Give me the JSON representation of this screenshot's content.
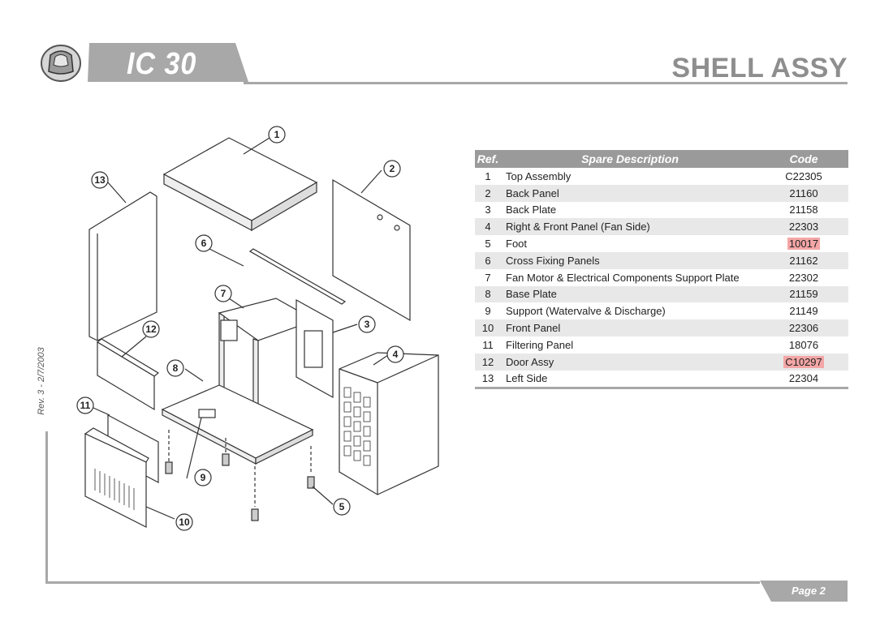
{
  "header": {
    "model": "IC 30",
    "section_title": "SHELL ASSY",
    "logo_icon": "ice-machine-logo-icon"
  },
  "footer": {
    "page_label": "Page 2",
    "revision": "Rev. 3 - 2/7/2003"
  },
  "table": {
    "headers": {
      "ref": "Ref.",
      "description": "Spare Description",
      "code": "Code"
    },
    "rows": [
      {
        "ref": "1",
        "description": "Top Assembly",
        "code": "C22305",
        "highlight": false
      },
      {
        "ref": "2",
        "description": "Back Panel",
        "code": "21160",
        "highlight": false
      },
      {
        "ref": "3",
        "description": "Back Plate",
        "code": "21158",
        "highlight": false
      },
      {
        "ref": "4",
        "description": "Right & Front Panel (Fan Side)",
        "code": "22303",
        "highlight": false
      },
      {
        "ref": "5",
        "description": "Foot",
        "code": "10017",
        "highlight": true
      },
      {
        "ref": "6",
        "description": "Cross Fixing Panels",
        "code": "21162",
        "highlight": false
      },
      {
        "ref": "7",
        "description": "Fan Motor & Electrical Components Support Plate",
        "code": "22302",
        "highlight": false
      },
      {
        "ref": "8",
        "description": "Base Plate",
        "code": "21159",
        "highlight": false
      },
      {
        "ref": "9",
        "description": "Support (Watervalve & Discharge)",
        "code": "21149",
        "highlight": false
      },
      {
        "ref": "10",
        "description": "Front Panel",
        "code": "22306",
        "highlight": false
      },
      {
        "ref": "11",
        "description": "Filtering Panel",
        "code": "18076",
        "highlight": false
      },
      {
        "ref": "12",
        "description": "Door Assy",
        "code": "C10297",
        "highlight": true
      },
      {
        "ref": "13",
        "description": "Left Side",
        "code": "22304",
        "highlight": false
      }
    ]
  },
  "diagram": {
    "callouts": [
      "1",
      "2",
      "3",
      "4",
      "5",
      "6",
      "7",
      "8",
      "9",
      "10",
      "11",
      "12",
      "13"
    ]
  },
  "colors": {
    "header_gray": "#a8a8a8",
    "table_header": "#9a9a9a",
    "row_alt": "#e8e8e8",
    "highlight": "#f4a6a6"
  }
}
